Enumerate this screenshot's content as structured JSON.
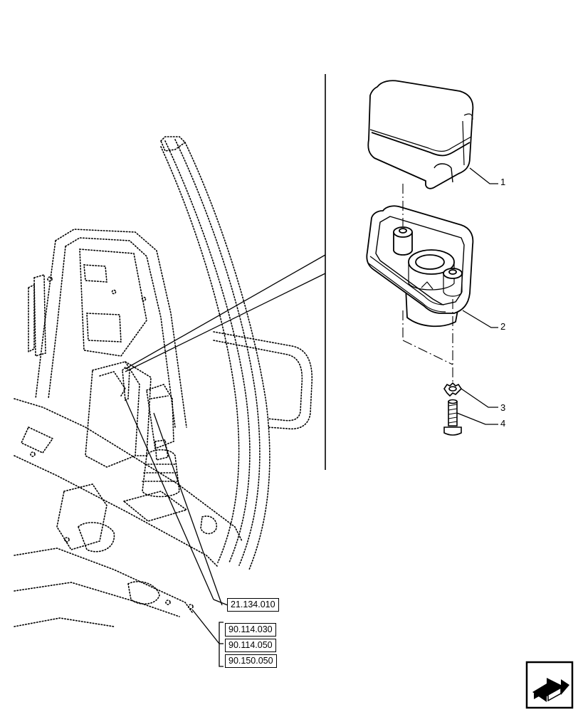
{
  "callouts": {
    "item1": "1",
    "item2": "2",
    "item3": "3",
    "item4": "4"
  },
  "references": {
    "ref_a": "21.134.010",
    "ref_b": "90.114.030",
    "ref_c": "90.114.050",
    "ref_d": "90.150.050"
  },
  "icons": {
    "navigation": "arrow-box-icon"
  },
  "colors": {
    "line": "#000000",
    "background": "#ffffff"
  }
}
